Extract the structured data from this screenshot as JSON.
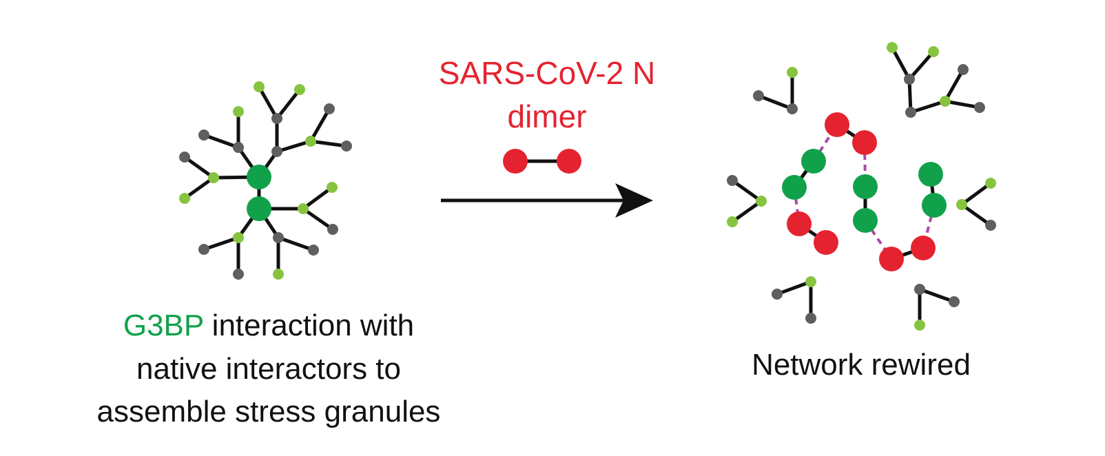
{
  "colors": {
    "g3bp": "#12a14b",
    "interactor_light": "#86c440",
    "interactor_gray": "#5f5f5f",
    "n_protein": "#e52330",
    "bond": "#111111",
    "dashed_link": "#a94ca6",
    "arrow": "#111111",
    "text": "#111111"
  },
  "left_panel": {
    "caption_highlight": "G3BP",
    "caption_line1_rest": " interaction with",
    "caption_line2": "native interactors to",
    "caption_line3": "assemble stress granules"
  },
  "middle": {
    "label_line1": "SARS-CoV-2 N",
    "label_line2": "dimer"
  },
  "right_panel": {
    "caption": "Network rewired"
  }
}
